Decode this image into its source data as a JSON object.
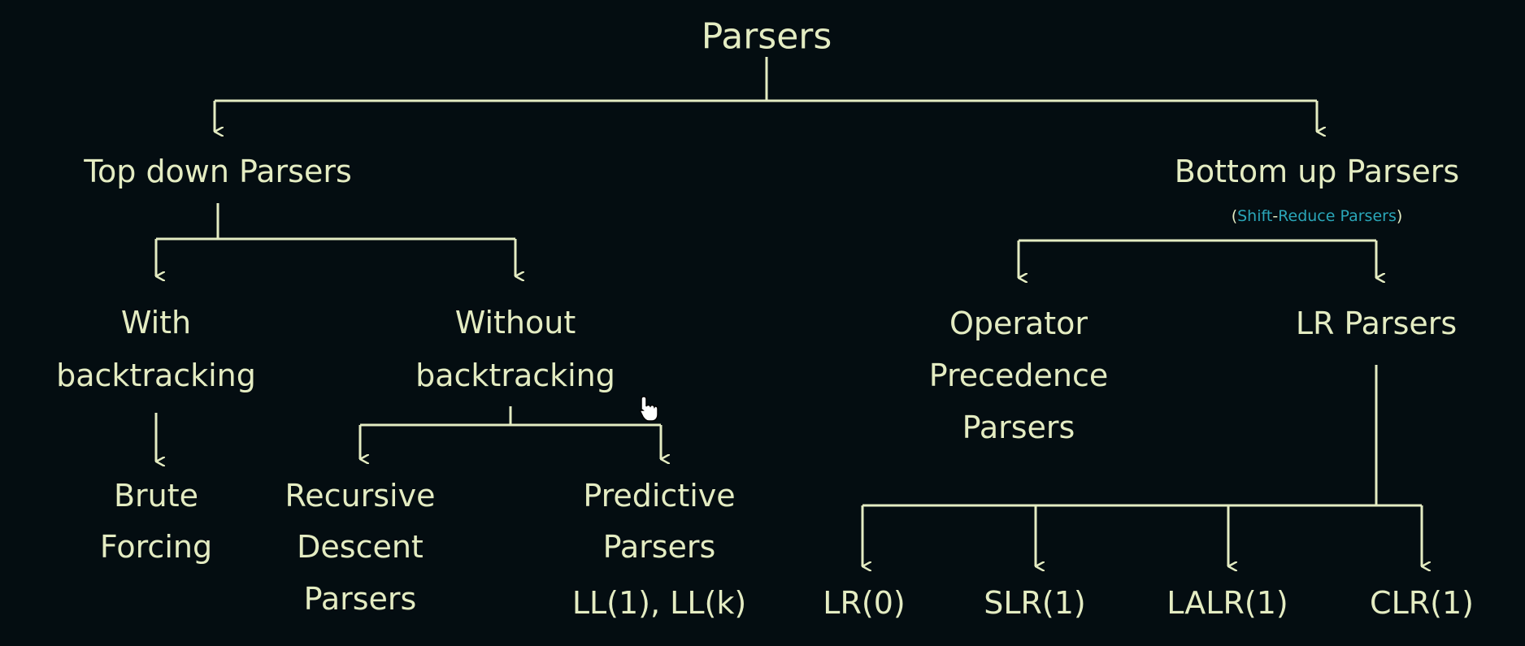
{
  "root": "Parsers",
  "top_down": {
    "label": "Top down Parsers",
    "with_bt": [
      "With",
      "backtracking"
    ],
    "brute": [
      "Brute",
      "Forcing"
    ],
    "without_bt": [
      "Without",
      "backtracking"
    ],
    "recursive": [
      "Recursive",
      "Descent",
      "Parsers"
    ],
    "predictive": [
      "Predictive",
      "Parsers",
      "LL(1), LL(k)"
    ]
  },
  "bottom_up": {
    "label": "Bottom up Parsers",
    "sub_open": "(",
    "sub_shift": "Shift",
    "sub_dash": "-",
    "sub_reduce": "Reduce Parsers",
    "sub_close": ")",
    "operator": [
      "Operator",
      "Precedence",
      "Parsers"
    ],
    "lr": "LR Parsers",
    "lr_types": [
      "LR(0)",
      "SLR(1)",
      "LALR(1)",
      "CLR(1)"
    ]
  },
  "colors": {
    "background": "#040d11",
    "text": "#e4ecc2",
    "accent": "#2aa6b8"
  }
}
